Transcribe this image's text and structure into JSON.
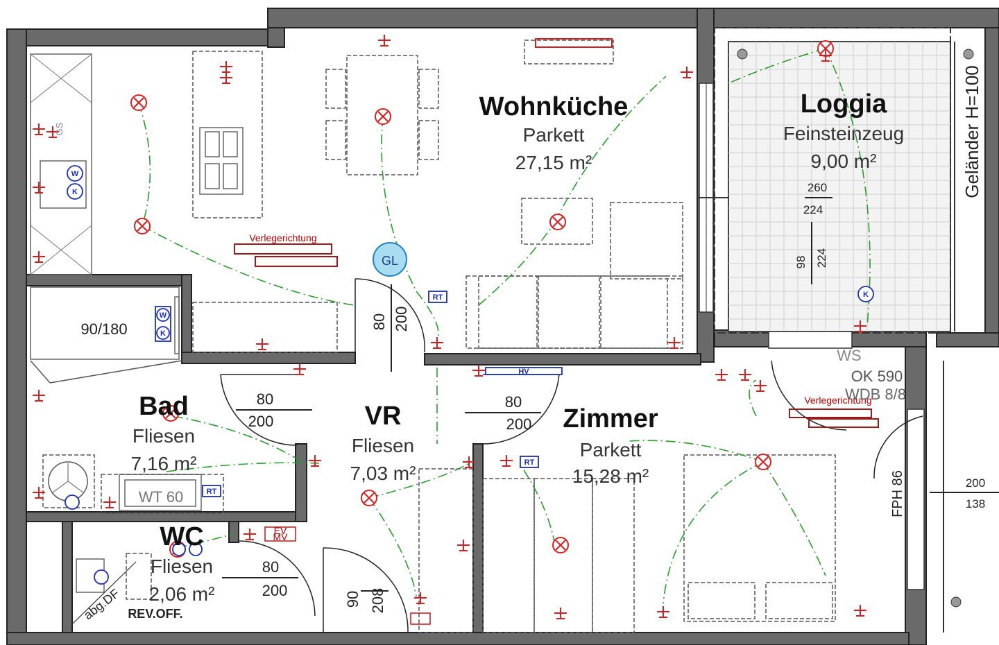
{
  "rooms": {
    "wohnkueche": {
      "name": "Wohnküche",
      "floor": "Parkett",
      "area": "27,15 m²"
    },
    "loggia": {
      "name": "Loggia",
      "floor": "Feinsteinzeug",
      "area": "9,00 m²"
    },
    "bad": {
      "name": "Bad",
      "floor": "Fliesen",
      "area": "7,16 m²"
    },
    "vr": {
      "name": "VR",
      "floor": "Fliesen",
      "area": "7,03 m²"
    },
    "zimmer": {
      "name": "Zimmer",
      "floor": "Parkett",
      "area": "15,28 m²"
    },
    "wc": {
      "name": "WC",
      "floor": "Fliesen",
      "area": "2,06 m²"
    }
  },
  "labels": {
    "verlegerichtung_1": "Verlegerichtung",
    "verlegerichtung_2": "Verlegerichtung",
    "gelaender": "Geländer H=100",
    "gl": "GL",
    "rt_1": "RT",
    "rt_2": "RT",
    "rt_3": "RT",
    "hv": "HV",
    "ev": "EV",
    "mv": "MV",
    "gs": "GS",
    "tub": "90/180",
    "abg_df": "abg.DF",
    "rev_off": "REV.OFF.",
    "wt": "WT 60",
    "ws": "WS",
    "ok590": "OK 590",
    "wdb": "WDB 8/8",
    "fph": "FPH 86",
    "k": "K",
    "w": "W"
  },
  "dimensions": {
    "door_wk_w": "80",
    "door_wk_h": "200",
    "door_bad_w": "80",
    "door_bad_h": "200",
    "door_zimmer_w": "80",
    "door_zimmer_h": "200",
    "door_wc_w": "80",
    "door_wc_h": "200",
    "door_entry_w": "90",
    "door_entry_h": "208",
    "loggia_260": "260",
    "loggia_224": "224",
    "loggia_98": "98",
    "loggia_224b": "224",
    "win_200": "200",
    "win_138": "138"
  }
}
